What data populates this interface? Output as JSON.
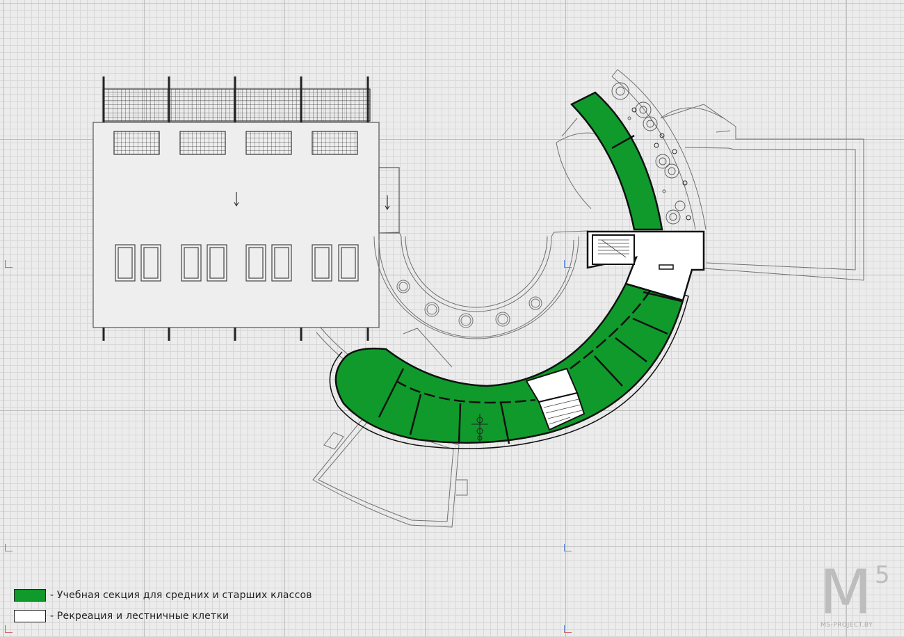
{
  "legend": {
    "items": [
      {
        "label": "- Учебная секция для средних и старших классов",
        "color": "#0f9a2b"
      },
      {
        "label": "- Рекреация и лестничные клетки",
        "color": "#ffffff"
      }
    ]
  },
  "logo": {
    "letter": "M",
    "number": "5",
    "site": "MS-PROJECT.BY"
  },
  "colors": {
    "green": "#0f9a2b",
    "outline": "#1a1a1a",
    "thin_line": "#6a6a6a"
  }
}
